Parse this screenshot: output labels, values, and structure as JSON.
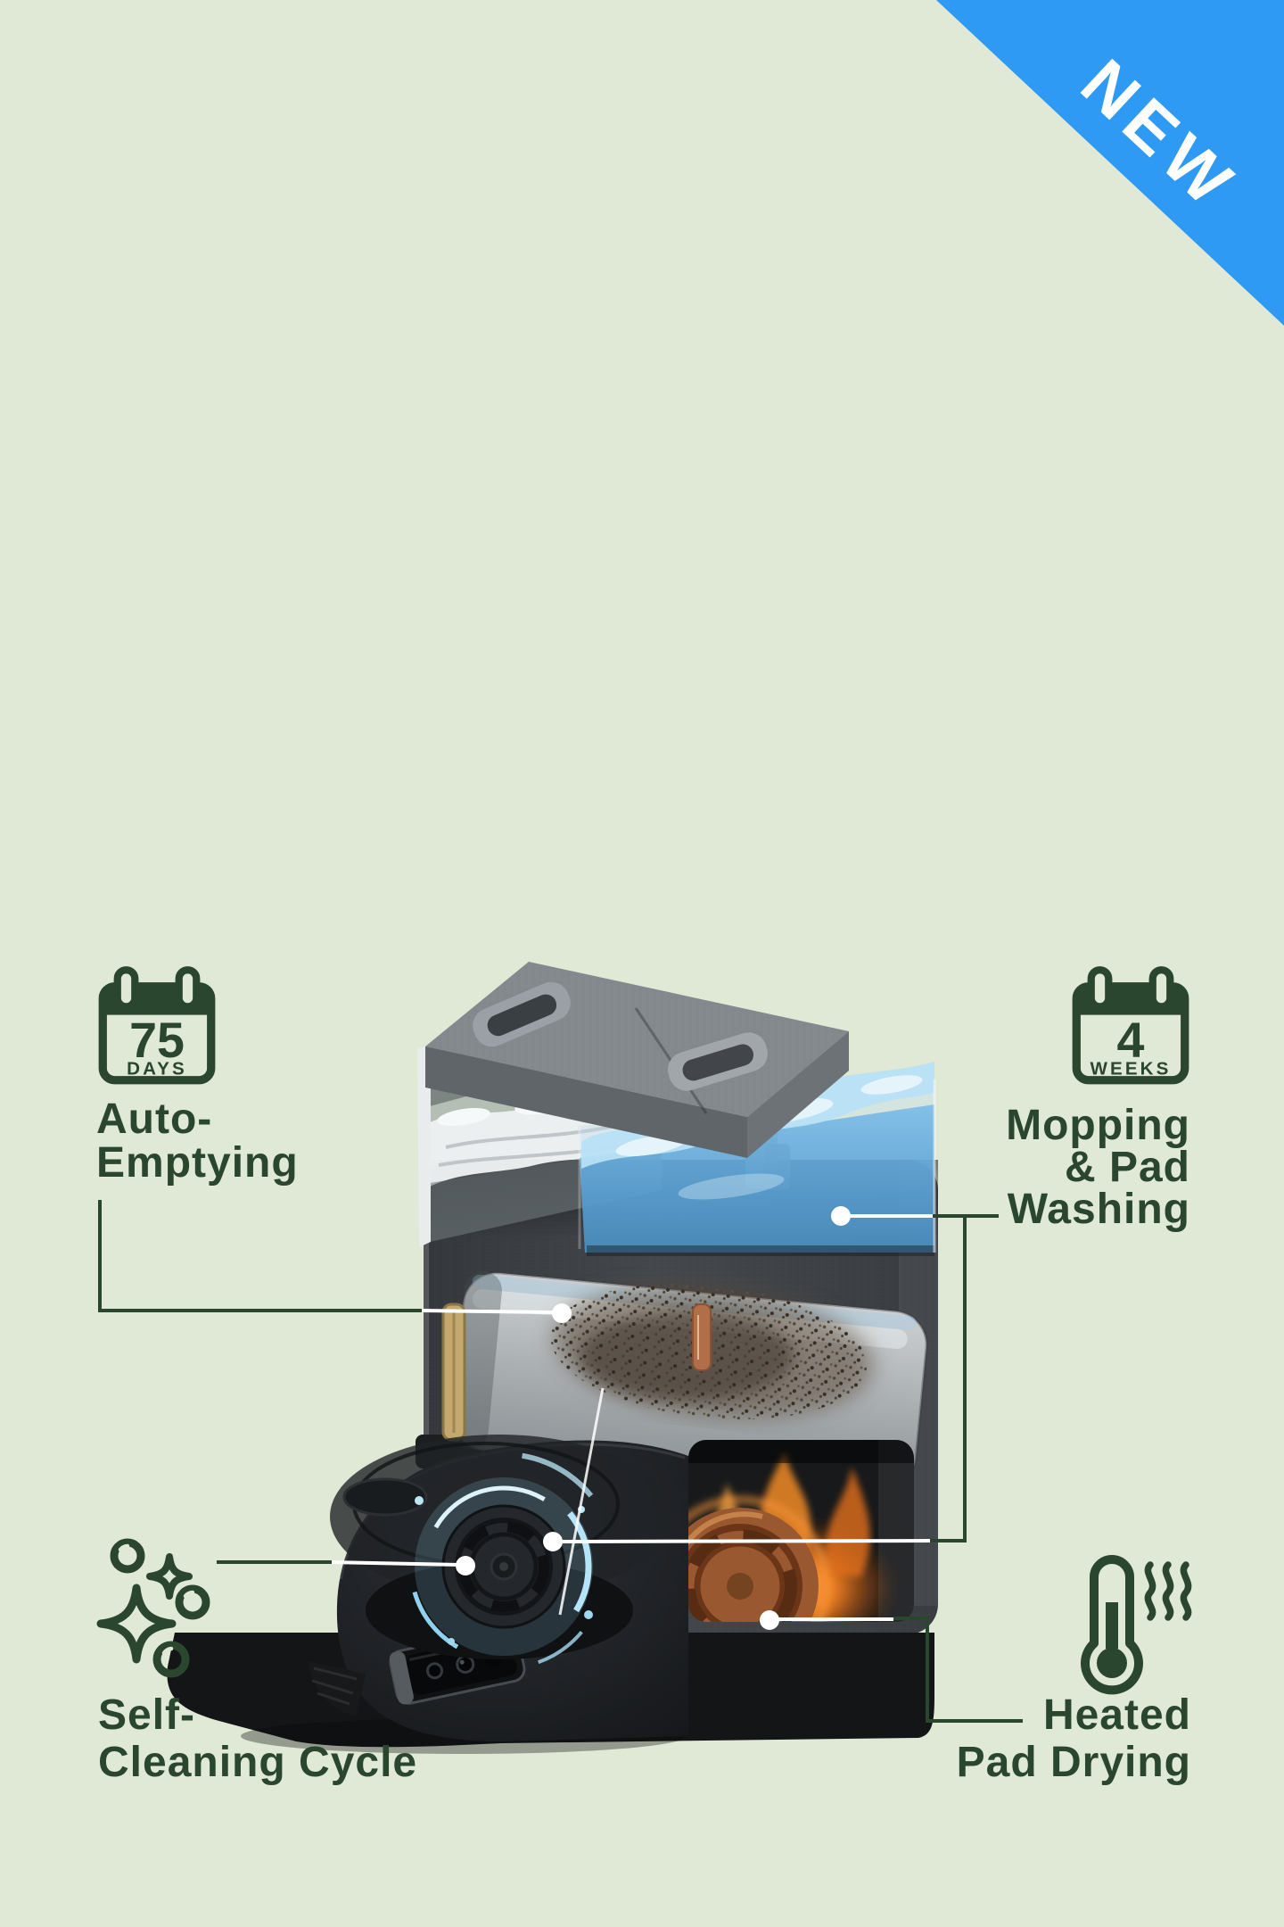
{
  "ribbon": {
    "label": "NEW",
    "background": "#2e9af3",
    "text_color": "#ffffff"
  },
  "page": {
    "background_color": "#dfe9d6",
    "accent_green": "#2a462f",
    "leader_line_white": "#ffffff"
  },
  "features": {
    "auto_emptying": {
      "icon": "calendar-icon",
      "stat_value": "75",
      "stat_unit": "DAYS",
      "lines": [
        "Auto-",
        "Emptying"
      ]
    },
    "mopping_pad_washing": {
      "icon": "calendar-icon",
      "stat_value": "4",
      "stat_unit": "WEEKS",
      "lines": [
        "Mopping",
        "& Pad",
        "Washing"
      ]
    },
    "self_cleaning": {
      "icon": "sparkles-icon",
      "lines": [
        "Self-",
        "Cleaning Cycle"
      ]
    },
    "heated_pad_drying": {
      "icon": "thermometer-icon",
      "lines": [
        "Heated",
        "Pad Drying"
      ]
    }
  }
}
